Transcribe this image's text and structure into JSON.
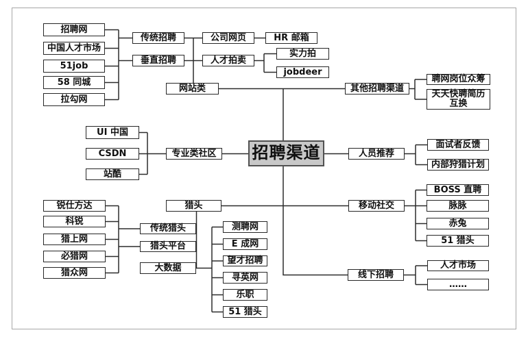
{
  "palette": {
    "line_color": "#2b2b2b",
    "node_fill": "#ffffff",
    "node_border": "#262626",
    "center_fill": "#c8c8c8",
    "center_border": "#515151",
    "frame_border": "#a6a6a6"
  },
  "mindmap": {
    "center": "招聘渠道",
    "website": {
      "hub": "网站类",
      "traditional": "传统招聘",
      "vertical": "垂直招聘",
      "traditional_sites": [
        "招聘网",
        "中国人才市场",
        "51job",
        "58 同城",
        "拉勾网"
      ],
      "company_page": "公司网页",
      "hr_mailbox": "HR 邮箱",
      "talent_auction": "人才拍卖",
      "auction_platforms": [
        "实力拍",
        "jobdeer"
      ]
    },
    "other_channels": {
      "hub": "其他招聘渠道",
      "items": [
        "聘网岗位众筹",
        "天天快聘简历互换"
      ]
    },
    "communities": {
      "hub": "专业类社区",
      "items": [
        "UI 中国",
        "CSDN",
        "站酷"
      ]
    },
    "referral": {
      "hub": "人员推荐",
      "items": [
        "面试者反馈",
        "内部狩猎计划"
      ]
    },
    "headhunting": {
      "hub": "猎头",
      "firms": [
        "锐仕方达",
        "科锐",
        "猎上网",
        "必猎网",
        "猎众网"
      ],
      "traditional": "传统猎头",
      "platform": "猎头平台",
      "big_data": "大数据",
      "big_data_sites": [
        "测聘网",
        "E 成网",
        "望才招聘",
        "寻英网",
        "乐职",
        "51 猎头"
      ]
    },
    "mobile_social": {
      "hub": "移动社交",
      "items": [
        "BOSS 直聘",
        "脉脉",
        "赤兔",
        "51 猎头"
      ]
    },
    "offline": {
      "hub": "线下招聘",
      "items": [
        "人才市场",
        "……"
      ]
    }
  }
}
